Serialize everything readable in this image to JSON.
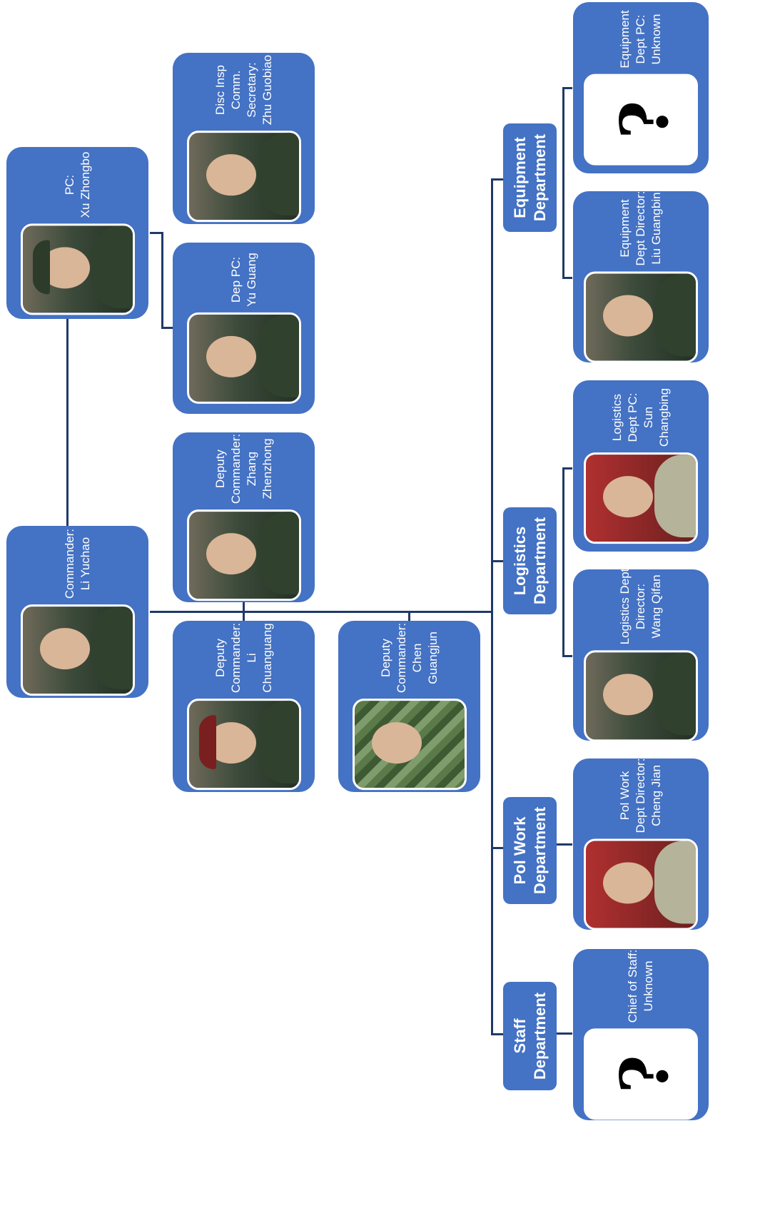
{
  "cards": {
    "commander": {
      "lines": [
        "Commander:",
        "Li Yuchao"
      ]
    },
    "pc": {
      "lines": [
        "PC:",
        "Xu Zhongbo"
      ]
    },
    "dep_pc": {
      "lines": [
        "Dep PC:",
        "Yu Guang"
      ]
    },
    "disc_insp": {
      "lines": [
        "Disc Insp",
        "Comm.",
        "Secretary:",
        "Zhu Guobiao"
      ]
    },
    "deputy_zhang": {
      "lines": [
        "Deputy",
        "Commander:",
        "Zhang",
        "Zhenzhong"
      ]
    },
    "deputy_li": {
      "lines": [
        "Deputy",
        "Commander:",
        "Li",
        "Chuanguang"
      ]
    },
    "deputy_chen": {
      "lines": [
        "Deputy",
        "Commander:",
        "Chen",
        "Guangjun"
      ]
    },
    "chief_staff": {
      "lines": [
        "Chief of Staff:",
        "Unknown"
      ],
      "photo_symbol": "?"
    },
    "pol_work_dir": {
      "lines": [
        "Pol Work",
        "Dept Director:",
        "Cheng Jian"
      ]
    },
    "log_dir": {
      "lines": [
        "Logistics Dept",
        "Director:",
        "Wang Qifan"
      ]
    },
    "log_pc": {
      "lines": [
        "Logistics",
        "Dept PC:",
        "Sun",
        "Changbing"
      ]
    },
    "equip_dir": {
      "lines": [
        "Equipment",
        "Dept Director:",
        "Liu Guangbin"
      ]
    },
    "equip_pc": {
      "lines": [
        "Equipment",
        "Dept PC:",
        "Unknown"
      ],
      "photo_symbol": "?"
    }
  },
  "departments": {
    "staff": {
      "lines": [
        "Staff",
        "Department"
      ]
    },
    "pol_work": {
      "lines": [
        "Pol Work",
        "Department"
      ]
    },
    "logistics": {
      "lines": [
        "Logistics",
        "Department"
      ]
    },
    "equipment": {
      "lines": [
        "Equipment",
        "Department"
      ]
    }
  },
  "colors": {
    "box": "#4472c4",
    "line": "#1f3a68",
    "text": "#ffffff"
  }
}
